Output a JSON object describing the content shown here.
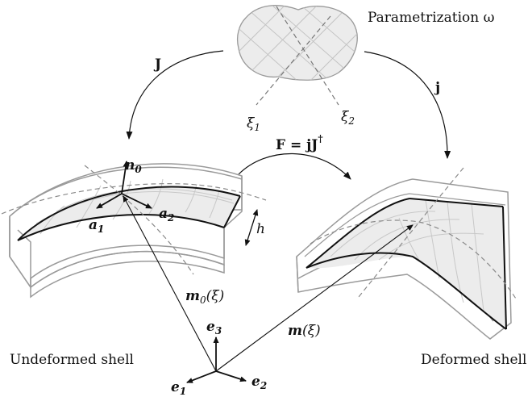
{
  "labels": {
    "parametrization": "Parametrization ω",
    "J": "J",
    "j": "j",
    "xi1_main": "ξ",
    "xi1_sub": "1",
    "xi2_main": "ξ",
    "xi2_sub": "2",
    "F_eq": "F = jJ",
    "F_sup": "†",
    "n0_main": "n",
    "n0_sub": "0",
    "a1_main": "a",
    "a1_sub": "1",
    "a2_main": "a",
    "a2_sub": "2",
    "h": "h",
    "m0": "m",
    "m0_sub": "0",
    "m0_arg": "(ξ)",
    "m": "m",
    "m_arg": "(ξ)",
    "e1_main": "e",
    "e1_sub": "1",
    "e2_main": "e",
    "e2_sub": "2",
    "e3_main": "e",
    "e3_sub": "3",
    "undeformed": "Undeformed shell",
    "deformed": "Deformed shell"
  },
  "colors": {
    "ink": "#111111",
    "surface_fill": "#ececec",
    "outline_gray": "#9a9a9a",
    "grid_gray": "#c8c8c8",
    "dashed_gray": "#8a8a8a"
  }
}
